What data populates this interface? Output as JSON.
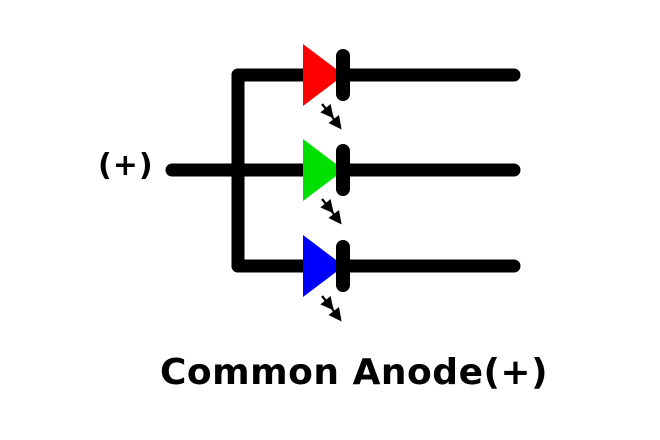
{
  "diagram": {
    "terminal_label": "(+)",
    "caption": "Common Anode(+)",
    "wire_color": "#000000",
    "leds": [
      {
        "name": "red-led",
        "color": "#ff0000"
      },
      {
        "name": "green-led",
        "color": "#00e000"
      },
      {
        "name": "blue-led",
        "color": "#0000ff"
      }
    ]
  }
}
